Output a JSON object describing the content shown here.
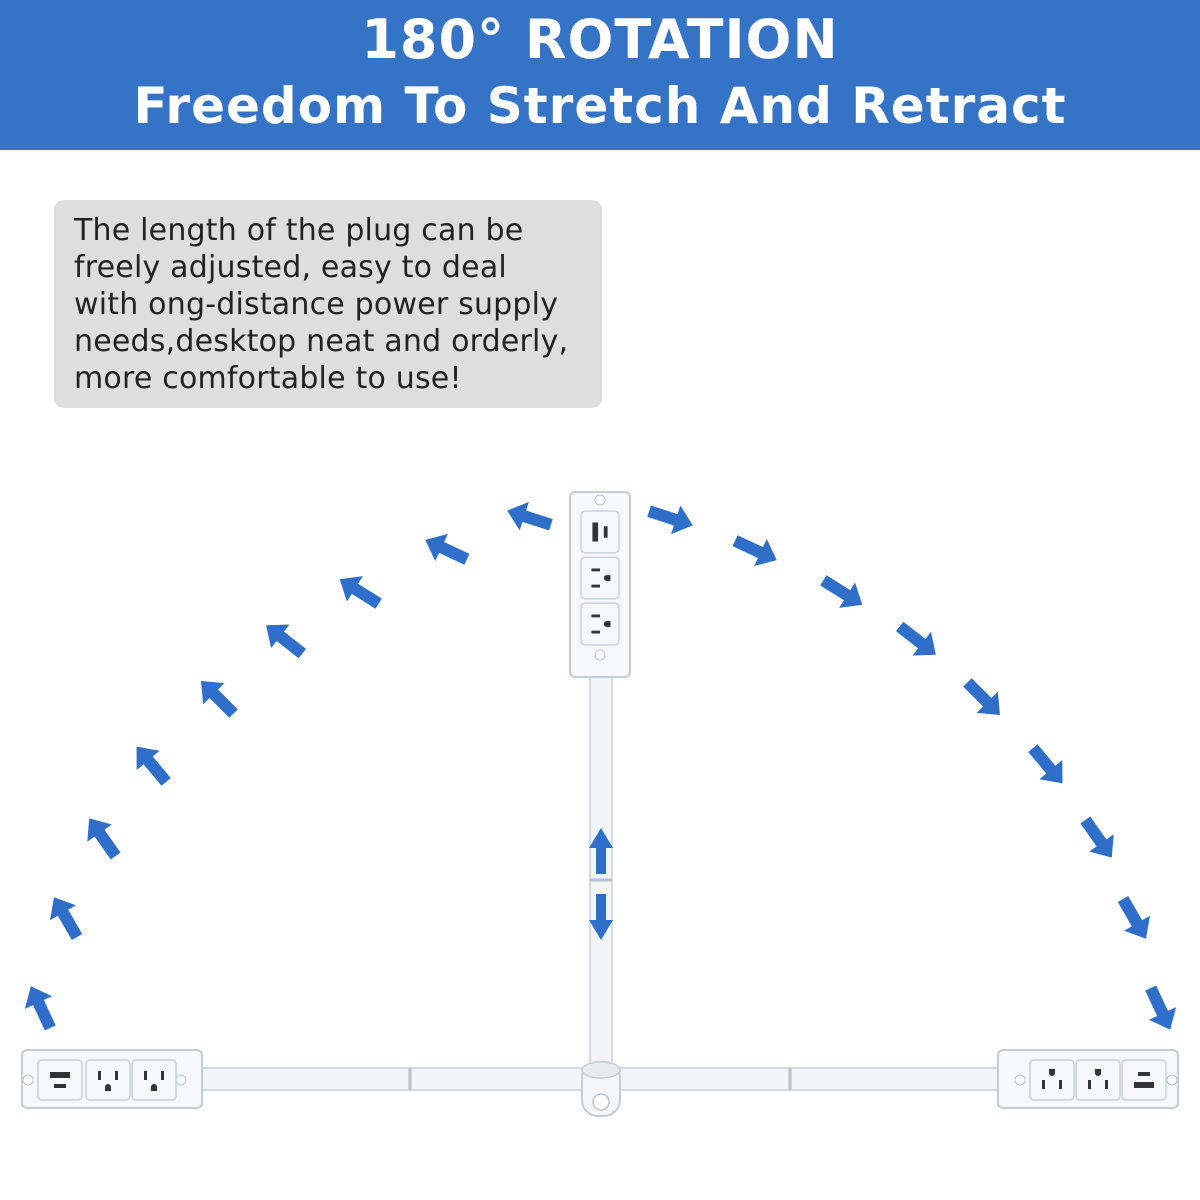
{
  "banner": {
    "title": "180° ROTATION",
    "subtitle": "Freedom To Stretch And Retract",
    "background_color": "#3573c6"
  },
  "description": {
    "lines": [
      "The length of the plug can be",
      "freely adjusted, easy to deal",
      "with ong-distance power supply",
      "needs,desktop neat and orderly,",
      "more comfortable to use!"
    ],
    "box_color": "#dedede"
  },
  "illustration": {
    "product": "rotating power strip",
    "arrow_color": "#2f6fc9",
    "outlet_icons": [
      "usb-port-icon",
      "ac-outlet-icon"
    ],
    "motion_indicators": [
      "rotation-arc-arrows",
      "telescoping-double-arrow"
    ]
  }
}
